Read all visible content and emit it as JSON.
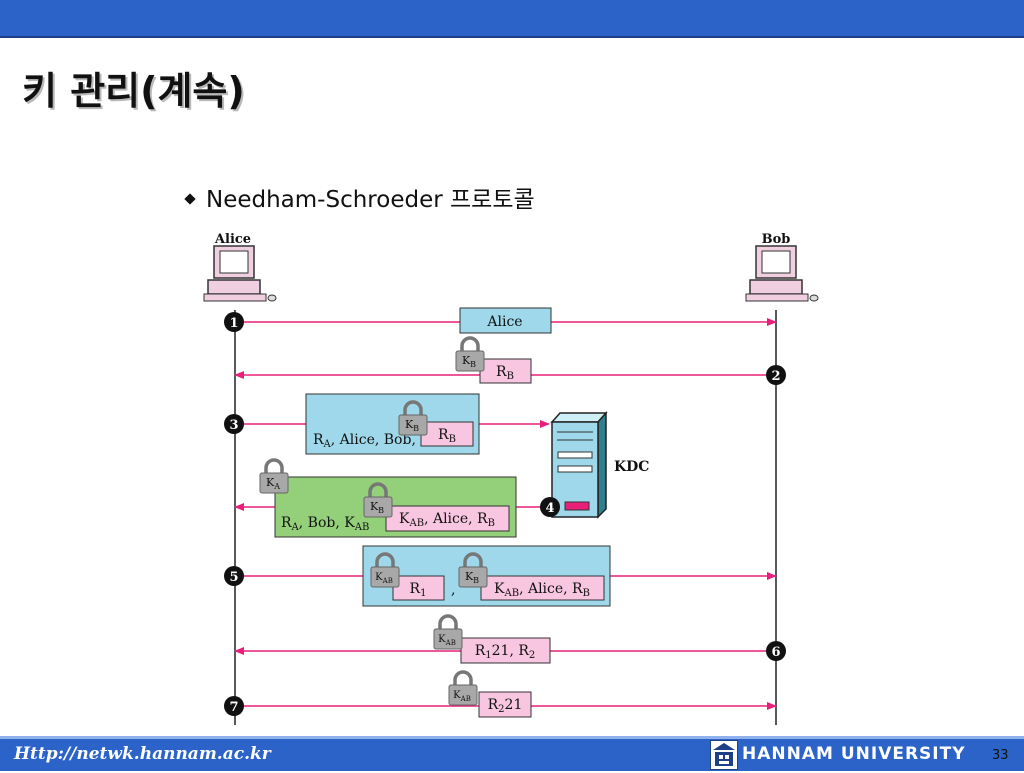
{
  "slide": {
    "title": "키 관리(계속)",
    "bullet": "Needham-Schroeder 프로토콜",
    "footer_url": "Http://netwk.hannam.ac.kr",
    "footer_university": "HANNAM UNIVERSITY",
    "page_number": "33"
  },
  "diagram": {
    "alice_label": "Alice",
    "bob_label": "Bob",
    "kdc_label": "KDC",
    "steps": [
      "1",
      "2",
      "3",
      "4",
      "5",
      "6",
      "7"
    ],
    "colors": {
      "arrow": "#e8207a",
      "blue_box": "#9ed8ea",
      "green_box": "#94d07a",
      "pink_box": "#f8c6e0",
      "lock": "#a8a8a8"
    }
  }
}
